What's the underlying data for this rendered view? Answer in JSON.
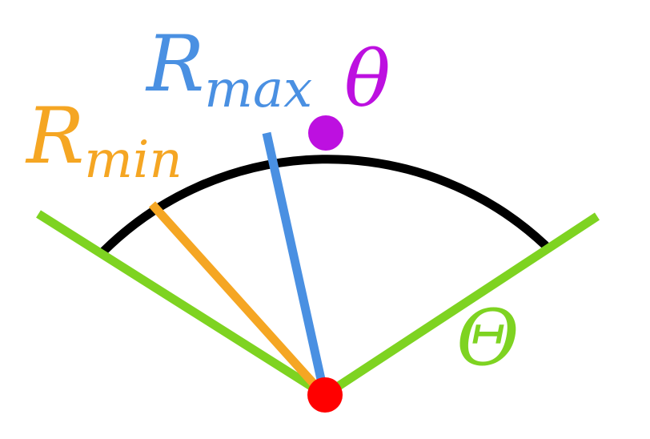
{
  "labels": {
    "r_max": {
      "base": "R",
      "subscript": "max"
    },
    "r_min": {
      "base": "R",
      "subscript": "min"
    },
    "theta_small": "θ",
    "theta_big": "Θ"
  },
  "colors": {
    "arc": "#000000",
    "r_max": "#4a90e2",
    "r_min": "#f5a623",
    "boundary": "#7ed321",
    "theta_point": "#bd10e0",
    "origin_point": "#ff0000"
  }
}
